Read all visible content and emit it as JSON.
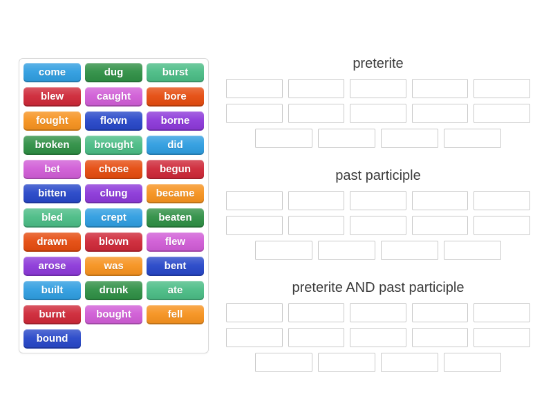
{
  "palette": {
    "blue": "#2e9de0",
    "green_dark": "#2e8f44",
    "green_light": "#4abc85",
    "red": "#ce2737",
    "orchid": "#d05cd6",
    "orange_red": "#e54b0e",
    "orange": "#f6921e",
    "royal_blue": "#2646c8",
    "purple": "#8c38d9"
  },
  "word_bank": {
    "tiles": [
      {
        "label": "come",
        "color": "blue"
      },
      {
        "label": "dug",
        "color": "green_dark"
      },
      {
        "label": "burst",
        "color": "green_light"
      },
      {
        "label": "blew",
        "color": "red"
      },
      {
        "label": "caught",
        "color": "orchid"
      },
      {
        "label": "bore",
        "color": "orange_red"
      },
      {
        "label": "fought",
        "color": "orange"
      },
      {
        "label": "flown",
        "color": "royal_blue"
      },
      {
        "label": "borne",
        "color": "purple"
      },
      {
        "label": "broken",
        "color": "green_dark"
      },
      {
        "label": "brought",
        "color": "green_light"
      },
      {
        "label": "did",
        "color": "blue"
      },
      {
        "label": "bet",
        "color": "orchid"
      },
      {
        "label": "chose",
        "color": "orange_red"
      },
      {
        "label": "begun",
        "color": "red"
      },
      {
        "label": "bitten",
        "color": "royal_blue"
      },
      {
        "label": "clung",
        "color": "purple"
      },
      {
        "label": "became",
        "color": "orange"
      },
      {
        "label": "bled",
        "color": "green_light"
      },
      {
        "label": "crept",
        "color": "blue"
      },
      {
        "label": "beaten",
        "color": "green_dark"
      },
      {
        "label": "drawn",
        "color": "orange_red"
      },
      {
        "label": "blown",
        "color": "red"
      },
      {
        "label": "flew",
        "color": "orchid"
      },
      {
        "label": "arose",
        "color": "purple"
      },
      {
        "label": "was",
        "color": "orange"
      },
      {
        "label": "bent",
        "color": "royal_blue"
      },
      {
        "label": "built",
        "color": "blue"
      },
      {
        "label": "drunk",
        "color": "green_dark"
      },
      {
        "label": "ate",
        "color": "green_light"
      },
      {
        "label": "burnt",
        "color": "red"
      },
      {
        "label": "bought",
        "color": "orchid"
      },
      {
        "label": "fell",
        "color": "orange"
      },
      {
        "label": "bound",
        "color": "royal_blue"
      }
    ]
  },
  "groups": [
    {
      "id": "preterite",
      "title": "preterite",
      "slot_rows": [
        5,
        5,
        4
      ]
    },
    {
      "id": "past-participle",
      "title": "past participle",
      "slot_rows": [
        5,
        5,
        4
      ]
    },
    {
      "id": "preterite-and-past-participle",
      "title": "preterite AND past participle",
      "slot_rows": [
        5,
        5,
        4
      ]
    }
  ]
}
